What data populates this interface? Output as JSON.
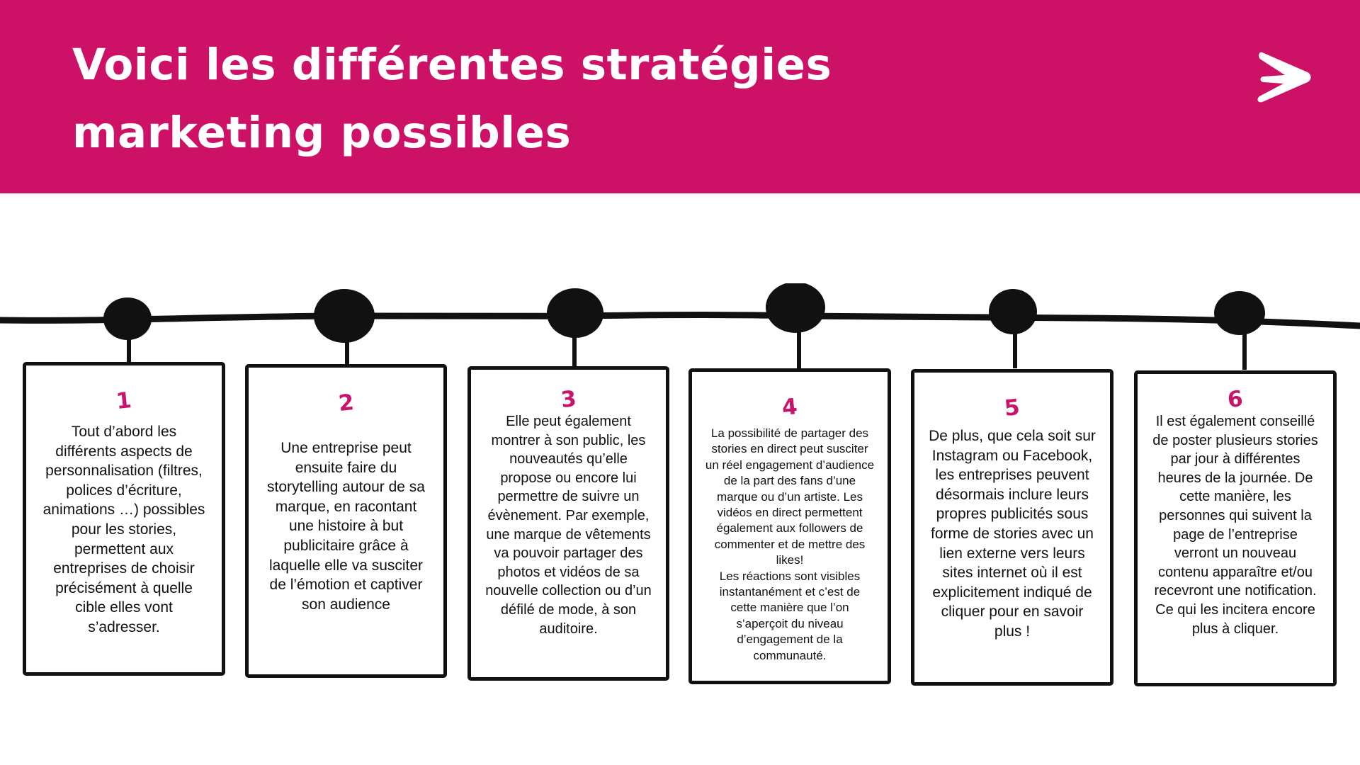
{
  "header": {
    "title_line1": "Voici les différentes stratégies",
    "title_line2": "marketing possibles",
    "background_color": "#cc1166"
  },
  "logo": {
    "icon": "play-arrow-logo-icon"
  },
  "steps": [
    {
      "number": "1",
      "text": "Tout d’abord les différents aspects de personnalisation (filtres, polices d’écriture, animations …) possibles pour les stories, permettent aux entreprises de choisir précisément à quelle cible elles vont s’adresser."
    },
    {
      "number": "2",
      "text": "Une entreprise peut ensuite faire du storytelling autour de sa marque, en racontant une histoire à but publicitaire grâce à laquelle elle va susciter de l’émotion et captiver son audience"
    },
    {
      "number": "3",
      "text": "Elle peut également montrer à son public, les nouveautés qu’elle propose ou encore lui permettre de suivre un évènement. Par exemple, une marque de vêtements va pouvoir partager des photos et vidéos de sa nouvelle collection ou d’un défilé de mode, à son auditoire."
    },
    {
      "number": "4",
      "text": "La possibilité de partager des stories en direct peut susciter un réel engagement d’audience de la part des fans d’une marque ou d’un artiste. Les vidéos en direct permettent également aux followers de commenter et de mettre des likes!",
      "text2": "Les réactions sont visibles instantanément et c’est de cette manière que l’on s’aperçoit du niveau d’engagement de la communauté."
    },
    {
      "number": "5",
      "text": "De plus, que cela soit sur Instagram ou Facebook, les entreprises peuvent désormais inclure leurs propres publicités sous forme de stories avec un lien externe vers leurs sites internet où il est explicitement indiqué de cliquer pour en savoir plus !"
    },
    {
      "number": "6",
      "text": "Il est également conseillé de poster plusieurs stories par jour à différentes heures de la journée. De cette manière, les personnes qui suivent la page de l’entreprise verront un nouveau contenu apparaître et/ou recevront une notification. Ce qui les incitera encore plus à cliquer."
    }
  ],
  "colors": {
    "accent": "#c8146a",
    "line": "#111111"
  }
}
